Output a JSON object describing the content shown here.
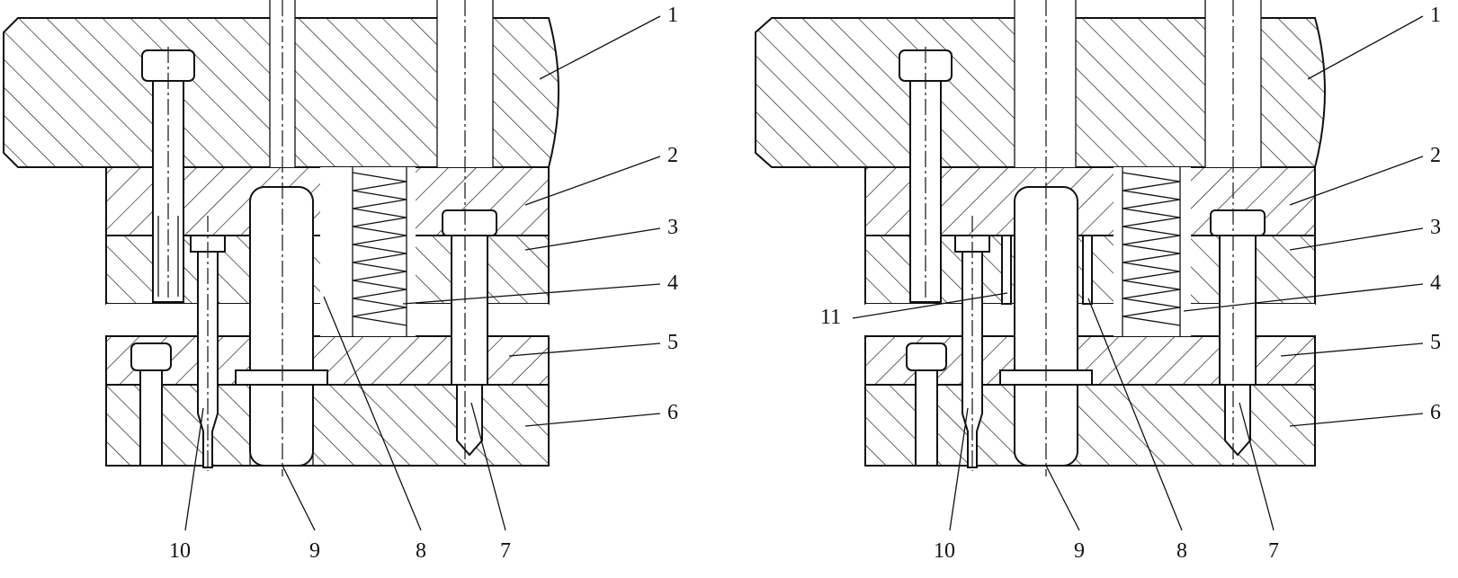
{
  "diagram": {
    "views": [
      {
        "id": "left",
        "labels": [
          "1",
          "2",
          "3",
          "4",
          "5",
          "6",
          "7",
          "8",
          "9",
          "10"
        ]
      },
      {
        "id": "right",
        "labels": [
          "1",
          "2",
          "3",
          "4",
          "5",
          "6",
          "7",
          "8",
          "9",
          "10",
          "11"
        ]
      }
    ],
    "colors": {
      "line": "#111111",
      "background": "#ffffff"
    }
  }
}
